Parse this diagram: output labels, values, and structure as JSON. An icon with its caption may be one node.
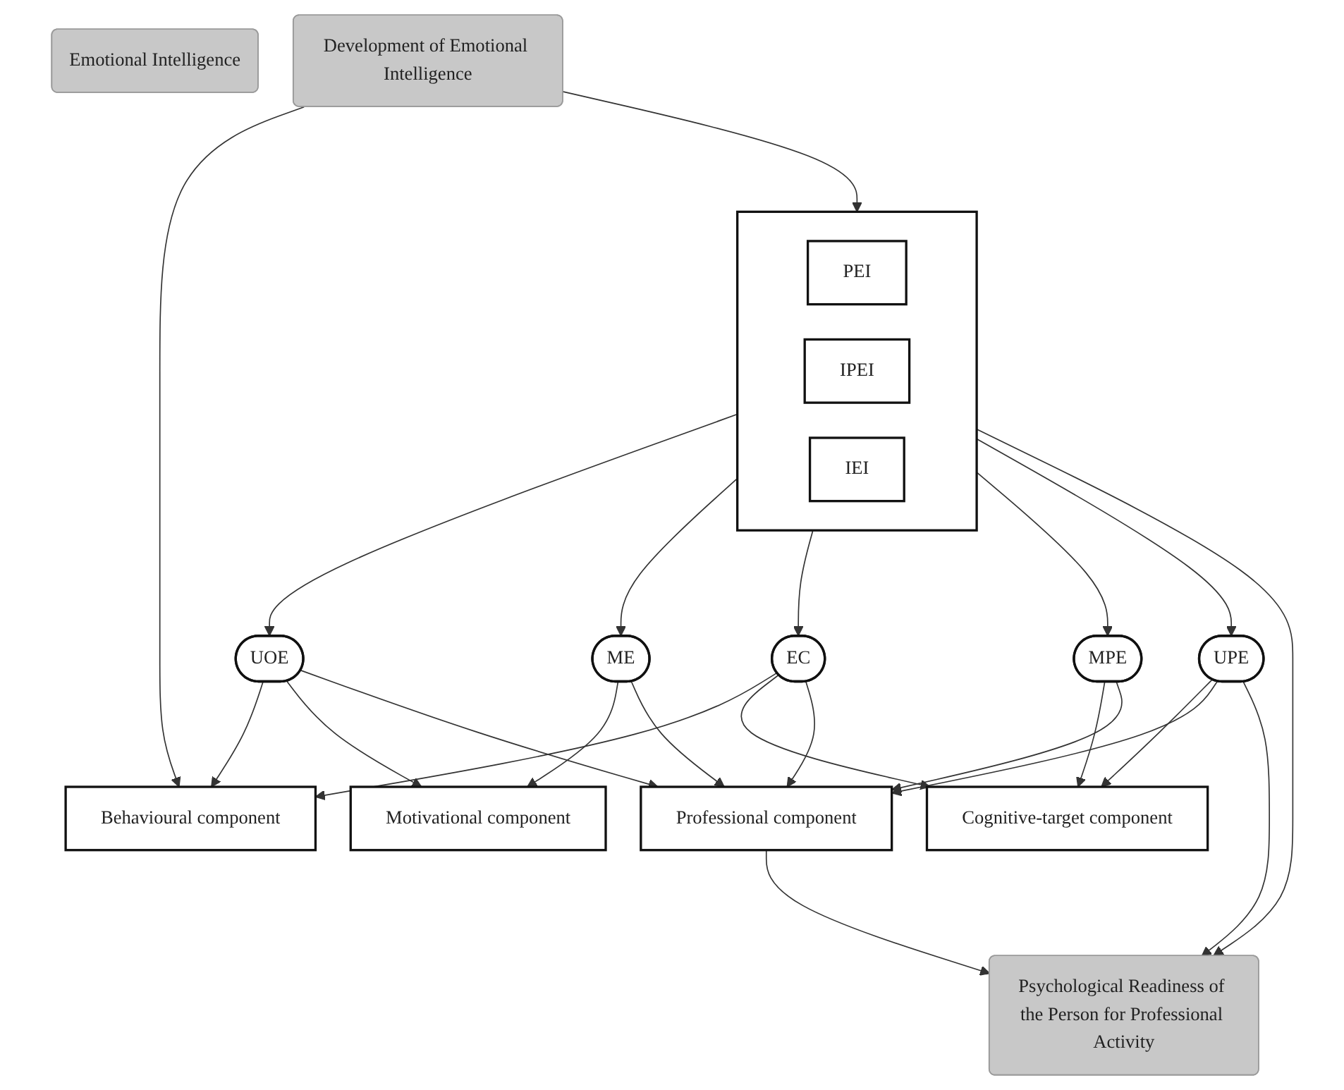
{
  "diagram": {
    "nodes": [
      {
        "text": [
          "Emotional Intelligence"
        ]
      },
      {
        "text": [
          "Development of Emotional Intelligence"
        ]
      },
      {
        "text": [],
        "shape": "box"
      },
      {
        "text": [
          "PEI"
        ],
        "in": 2
      },
      {
        "text": [
          "IPEI"
        ],
        "in": 2
      },
      {
        "text": [
          "IEI"
        ],
        "in": 2
      },
      {
        "text": [
          "UOE"
        ]
      },
      {
        "text": [
          "ME"
        ]
      },
      {
        "text": [
          "EC"
        ]
      },
      {
        "text": [
          "MPE"
        ]
      },
      {
        "text": [
          "UPE"
        ]
      },
      {
        "text": [
          "Behavioural component"
        ]
      },
      {
        "text": [
          "Motivational component"
        ]
      },
      {
        "text": [
          "Cognitive-target component"
        ]
      },
      {
        "text": [
          "Professional component"
        ]
      },
      {
        "text": [
          "Psychological Readiness of the Person for Professional Activity"
        ]
      }
    ],
    "edges": [
      {
        "from": 1,
        "to": 2,
        "arrow": "to"
      },
      {
        "from": 1,
        "to": 11,
        "arrow": "to"
      },
      {
        "from": 2,
        "to": 6,
        "arrow": "to"
      },
      {
        "from": 2,
        "to": 7,
        "arrow": "to"
      },
      {
        "from": 2,
        "to": 8,
        "arrow": "to"
      },
      {
        "from": 2,
        "to": 9,
        "arrow": "to"
      },
      {
        "from": 2,
        "to": 10,
        "arrow": "to"
      },
      {
        "from": 6,
        "to": 11,
        "arrow": "to"
      },
      {
        "from": 6,
        "to": 12,
        "arrow": "to"
      },
      {
        "from": 6,
        "to": 14,
        "arrow": "to"
      },
      {
        "from": 7,
        "to": 12,
        "arrow": "to"
      },
      {
        "from": 7,
        "to": 14,
        "arrow": "to"
      },
      {
        "from": 8,
        "to": 11,
        "arrow": "to"
      },
      {
        "from": 8,
        "to": 13,
        "arrow": "to"
      },
      {
        "from": 8,
        "to": 14,
        "arrow": "to"
      },
      {
        "from": 9,
        "to": 13,
        "arrow": "to"
      },
      {
        "from": 9,
        "to": 14,
        "arrow": "to"
      },
      {
        "from": 10,
        "to": 13,
        "arrow": "to"
      },
      {
        "from": 10,
        "to": 14,
        "arrow": "to"
      },
      {
        "from": 2,
        "to": 15,
        "arrow": "to"
      },
      {
        "from": 10,
        "to": 15,
        "arrow": "to"
      },
      {
        "from": 14,
        "to": 15,
        "arrow": "to"
      }
    ]
  }
}
